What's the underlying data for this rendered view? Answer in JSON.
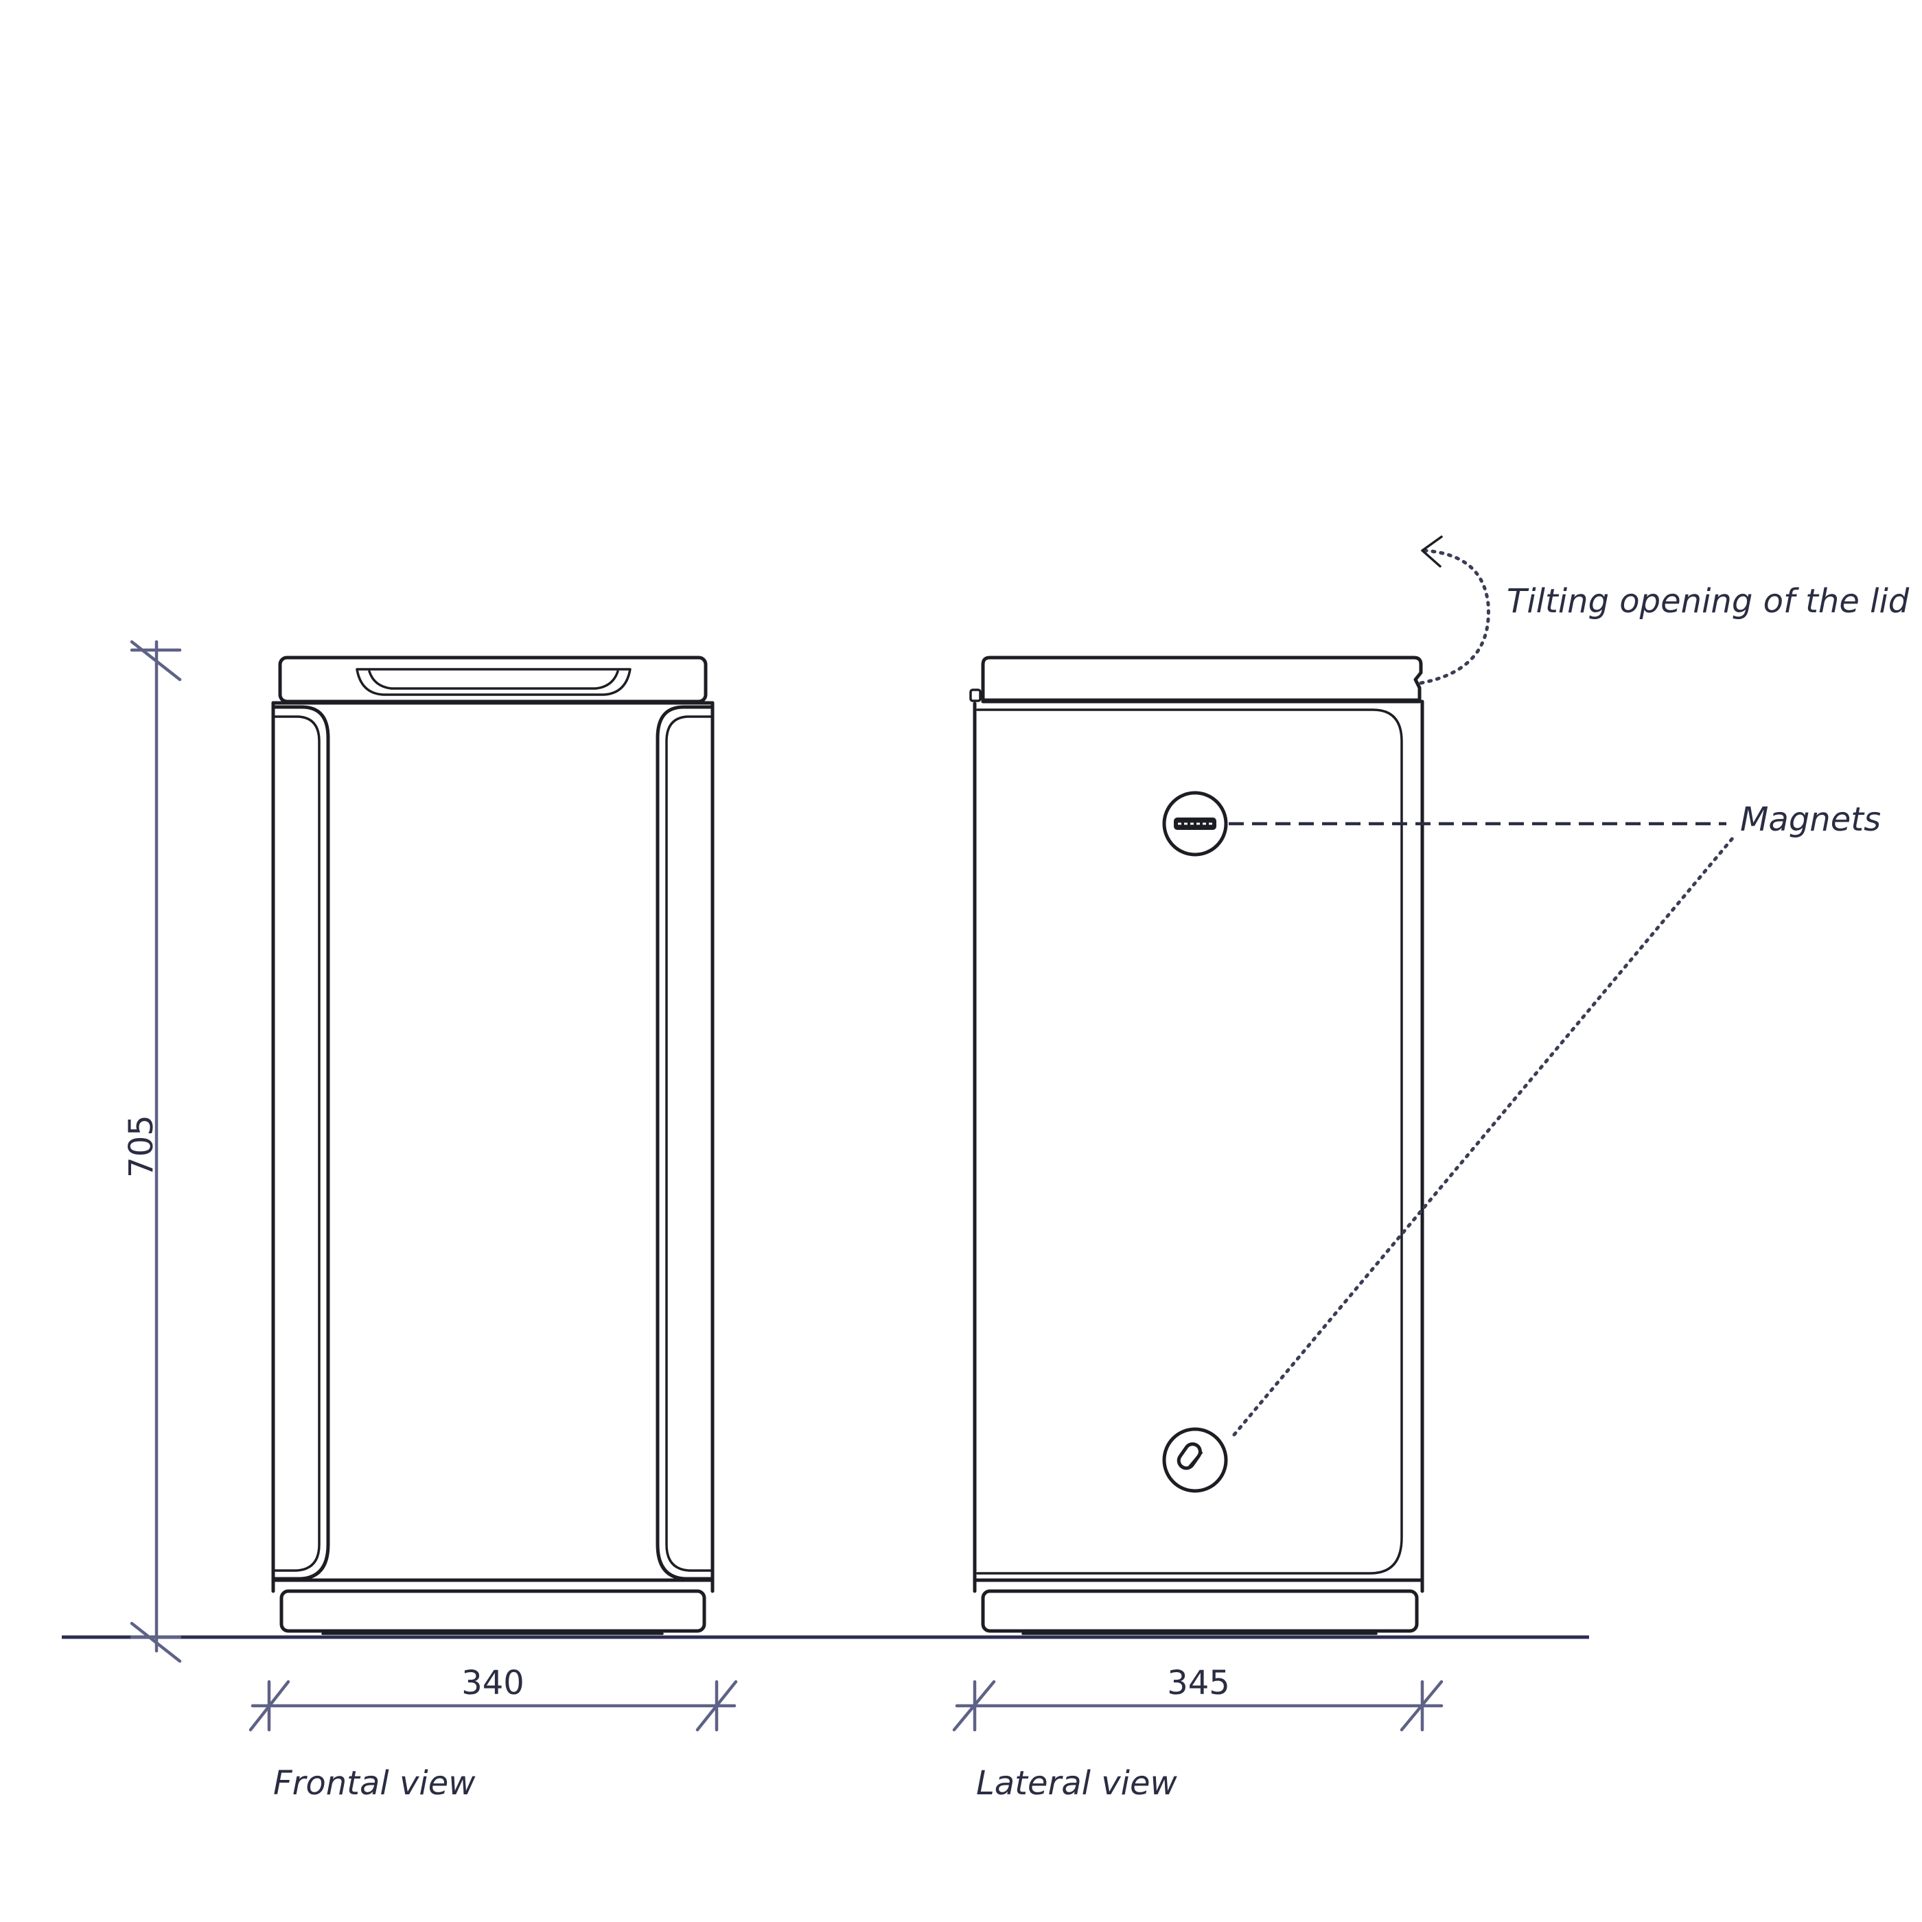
{
  "dimensions": {
    "height": "705",
    "frontal_width": "340",
    "lateral_width": "345"
  },
  "views": {
    "frontal": "Frontal view",
    "lateral": "Lateral view"
  },
  "annotations": {
    "lid": "Tilting opening of the lid",
    "magnets": "Magnets"
  },
  "colors": {
    "ink": "#1d1d24",
    "dimension_lines": "#5e6286",
    "ground_line": "#2a2e52",
    "text": "#2a2d42"
  }
}
